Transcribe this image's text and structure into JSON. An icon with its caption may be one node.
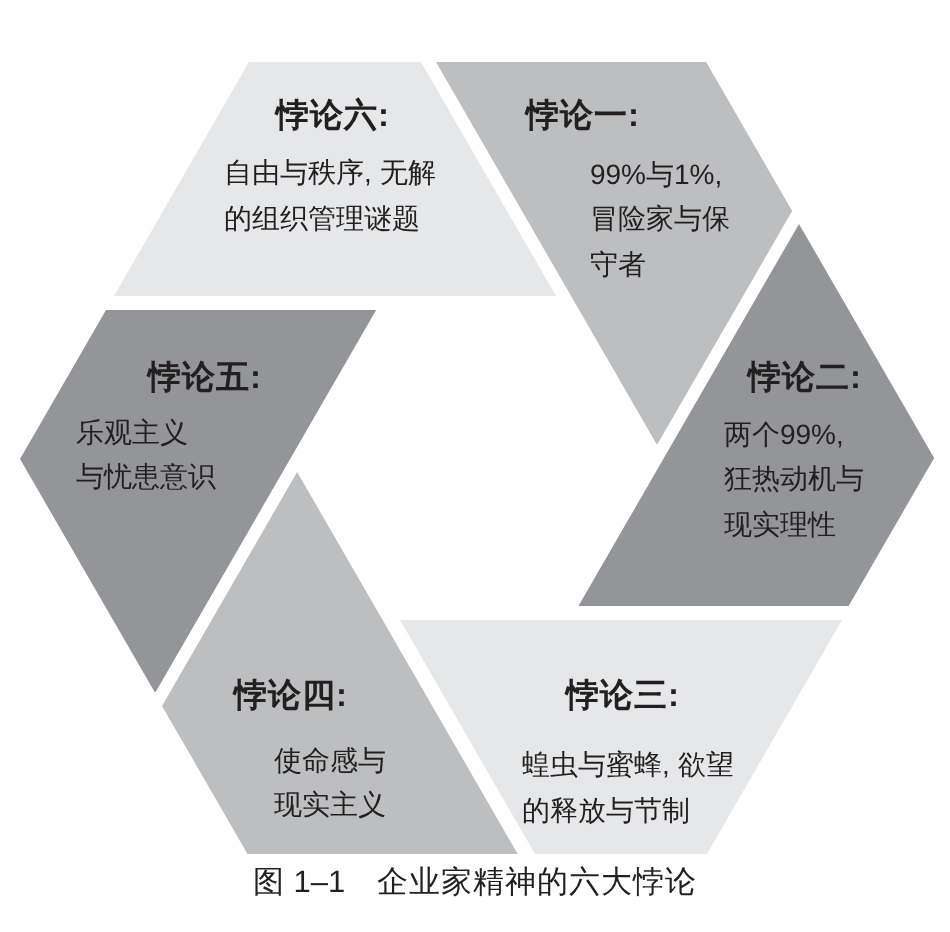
{
  "diagram": {
    "caption": "图 1–1　企业家精神的六大悖论",
    "nodes": [
      {
        "text": [
          "悖论一:",
          "99%与1%,冒险家与保守者"
        ]
      },
      {
        "text": [
          "悖论二:",
          "两个99%,狂热动机与现实理性"
        ]
      },
      {
        "text": [
          "悖论三:",
          "蝗虫与蜜蜂, 欲望的释放与节制"
        ]
      },
      {
        "text": [
          "悖论四:",
          "使命感与现实主义"
        ]
      },
      {
        "text": [
          "悖论五:",
          "乐观主义与忧患意识"
        ]
      },
      {
        "text": [
          "悖论六:",
          "自由与秩序, 无解的组织管理谜题"
        ]
      }
    ]
  }
}
